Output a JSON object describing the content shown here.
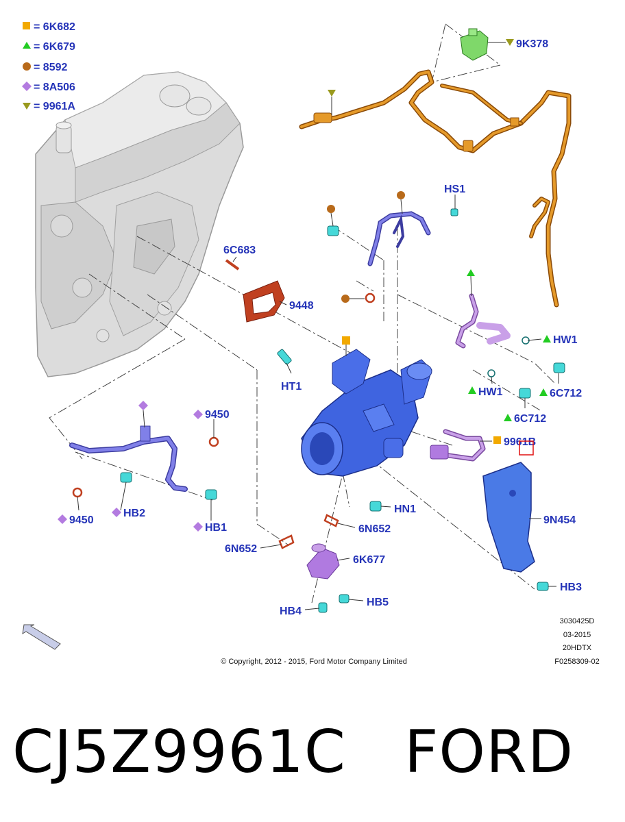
{
  "legend": [
    {
      "symbol": "square",
      "color": "#f2a900",
      "label": "= 6K682"
    },
    {
      "symbol": "triangle-up",
      "color": "#22cc22",
      "label": "= 6K679"
    },
    {
      "symbol": "circle",
      "color": "#b86a1a",
      "label": "= 8592"
    },
    {
      "symbol": "diamond",
      "color": "#b37be0",
      "label": "= 8A506"
    },
    {
      "symbol": "triangle-down",
      "color": "#9a9a1e",
      "label": "= 9961A"
    }
  ],
  "callouts": {
    "c_9k378": "9K378",
    "c_hs1": "HS1",
    "c_6c683": "6C683",
    "c_9448": "9448",
    "c_ht1": "HT1",
    "c_hw1_right": "HW1",
    "c_hw1_mid": "HW1",
    "c_6c712_right": "6C712",
    "c_6c712_mid": "6C712",
    "c_9961b": "9961B",
    "c_9450_top": "9450",
    "c_9450_left": "9450",
    "c_hb2": "HB2",
    "c_hb1": "HB1",
    "c_hn1": "HN1",
    "c_6n652_right": "6N652",
    "c_6n652_left": "6N652",
    "c_6k677": "6K677",
    "c_9n454": "9N454",
    "c_hb3": "HB3",
    "c_hb4": "HB4",
    "c_hb5": "HB5"
  },
  "stamp": {
    "line1": "3030425D",
    "line2": "03-2015",
    "line3": "20HDTX",
    "line4": "F0258309-02"
  },
  "copyright": "© Copyright, 2012 - 2015, Ford Motor Company Limited",
  "part_label": "CJ5Z9961C   FORD",
  "colors": {
    "callout_text": "#2534b8",
    "turbo": "#3f64e0",
    "heat_shield": "#4a7ae6",
    "oil_lines": "#6a6ae0",
    "coolant_tubing": "#c9a0e8",
    "vacuum_hose": "#d98a1c",
    "solenoid": "#7fd86a",
    "gasket": "#c04020",
    "bolts": "#3cd6d6"
  }
}
